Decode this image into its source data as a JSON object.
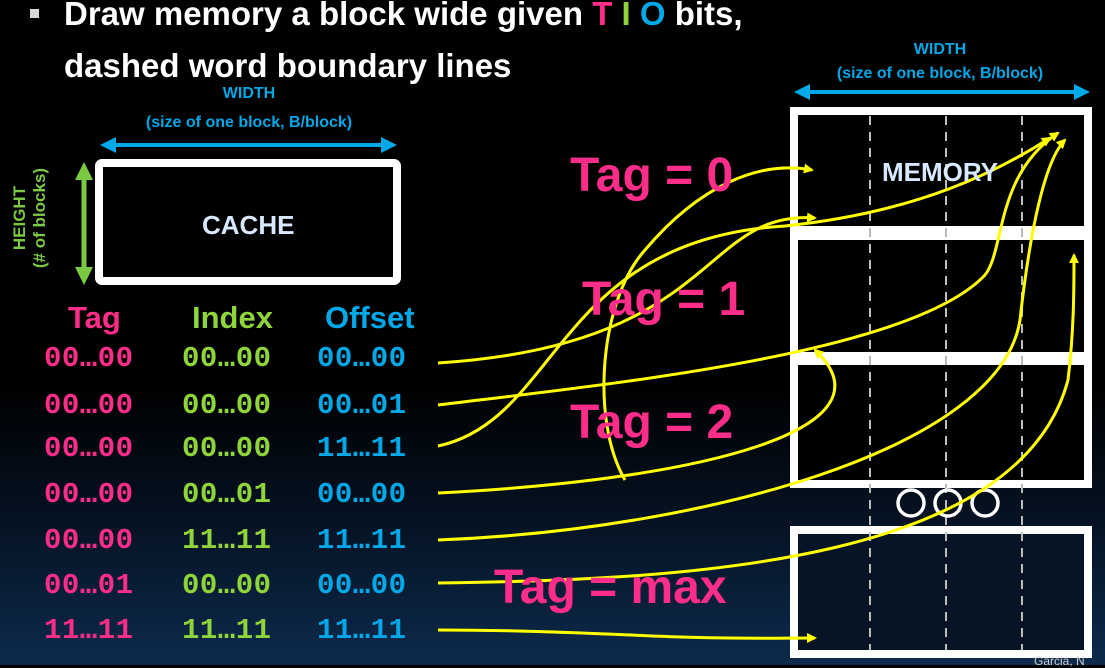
{
  "title": {
    "line1_before": "Draw memory a block wide given ",
    "t": "T",
    "i": "I",
    "o": "O",
    "line1_after": " bits,",
    "line2": "dashed word boundary lines"
  },
  "cache": {
    "width_label": "WIDTH",
    "width_sub": "(size of one block, B/block)",
    "height_label": "HEIGHT",
    "height_sub": "(# of blocks)",
    "label": "CACHE"
  },
  "memory": {
    "width_label": "WIDTH",
    "width_sub": "(size of one block, B/block)",
    "label": "MEMORY"
  },
  "columns": {
    "tag": "Tag",
    "index": "Index",
    "offset": "Offset"
  },
  "rows": [
    {
      "tag": "00…00",
      "index": "00…00",
      "offset": "00…00"
    },
    {
      "tag": "00…00",
      "index": "00…00",
      "offset": "00…01"
    },
    {
      "tag": "00…00",
      "index": "00…00",
      "offset": "11…11"
    },
    {
      "tag": "00…00",
      "index": "00…01",
      "offset": "00…00"
    },
    {
      "tag": "00…00",
      "index": "11…11",
      "offset": "11…11"
    },
    {
      "tag": "00…01",
      "index": "00…00",
      "offset": "00…00"
    },
    {
      "tag": "11…11",
      "index": "11…11",
      "offset": "11…11"
    }
  ],
  "tag_labels": [
    "Tag = 0",
    "Tag = 1",
    "Tag = 2",
    "Tag = max"
  ],
  "credit": "Garcia, N",
  "colors": {
    "tag": "#ff2d8a",
    "index": "#8ed43a",
    "offset": "#00a8e8",
    "arrow": "#ffff00",
    "box": "#ffffff",
    "dim": "#00a8e8",
    "height": "#7ac943"
  }
}
